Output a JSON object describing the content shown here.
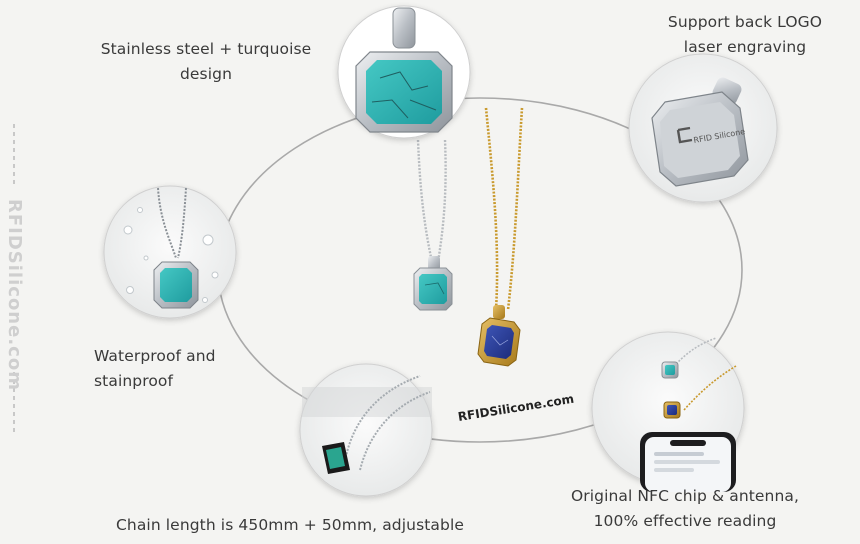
{
  "captions": {
    "top_left": [
      "Stainless steel + turquoise",
      "design"
    ],
    "top_right": [
      "Support back LOGO",
      "laser engraving"
    ],
    "mid_left": [
      "Waterproof and",
      "stainproof"
    ],
    "bottom_center": [
      "Chain length is 450mm + 50mm, adjustable"
    ],
    "bottom_right": [
      "Original NFC chip & antenna,",
      "100% effective reading"
    ]
  },
  "watermark": "RFIDSilicone.com",
  "center_url": "RFIDSilicone.com",
  "engraving_text": "RFID Silicone",
  "colors": {
    "background": "#f4f4f2",
    "turquoise": "#2fb5b3",
    "lapis": "#2c3f9c",
    "silver": "#c9cdd2",
    "gold": "#c99a2e"
  }
}
